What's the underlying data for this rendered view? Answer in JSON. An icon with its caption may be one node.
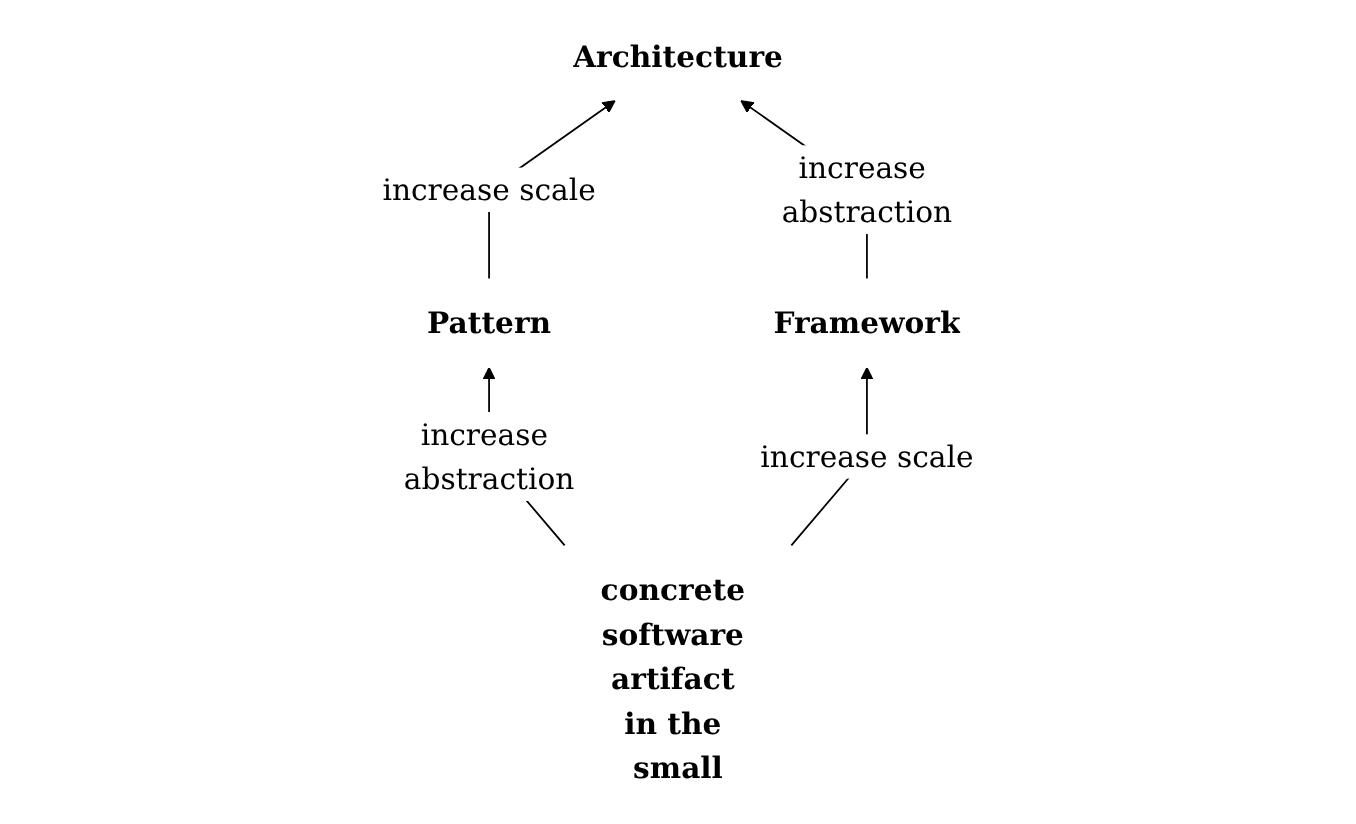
{
  "diagram": {
    "nodes": [
      {
        "text": [
          "Architecture"
        ]
      },
      {
        "text": [
          "Pattern"
        ]
      },
      {
        "text": [
          "Framework"
        ]
      },
      {
        "text": [
          "concrete software artifact in the small"
        ]
      }
    ],
    "edges": [
      {
        "from": 3,
        "to": 1,
        "arrow": "to",
        "label": "increase abstraction"
      },
      {
        "from": 3,
        "to": 2,
        "arrow": "to",
        "label": "increase scale"
      },
      {
        "from": 1,
        "to": 0,
        "arrow": "to",
        "label": "increase scale"
      },
      {
        "from": 2,
        "to": 0,
        "arrow": "to",
        "label": "increase abstraction"
      }
    ]
  }
}
